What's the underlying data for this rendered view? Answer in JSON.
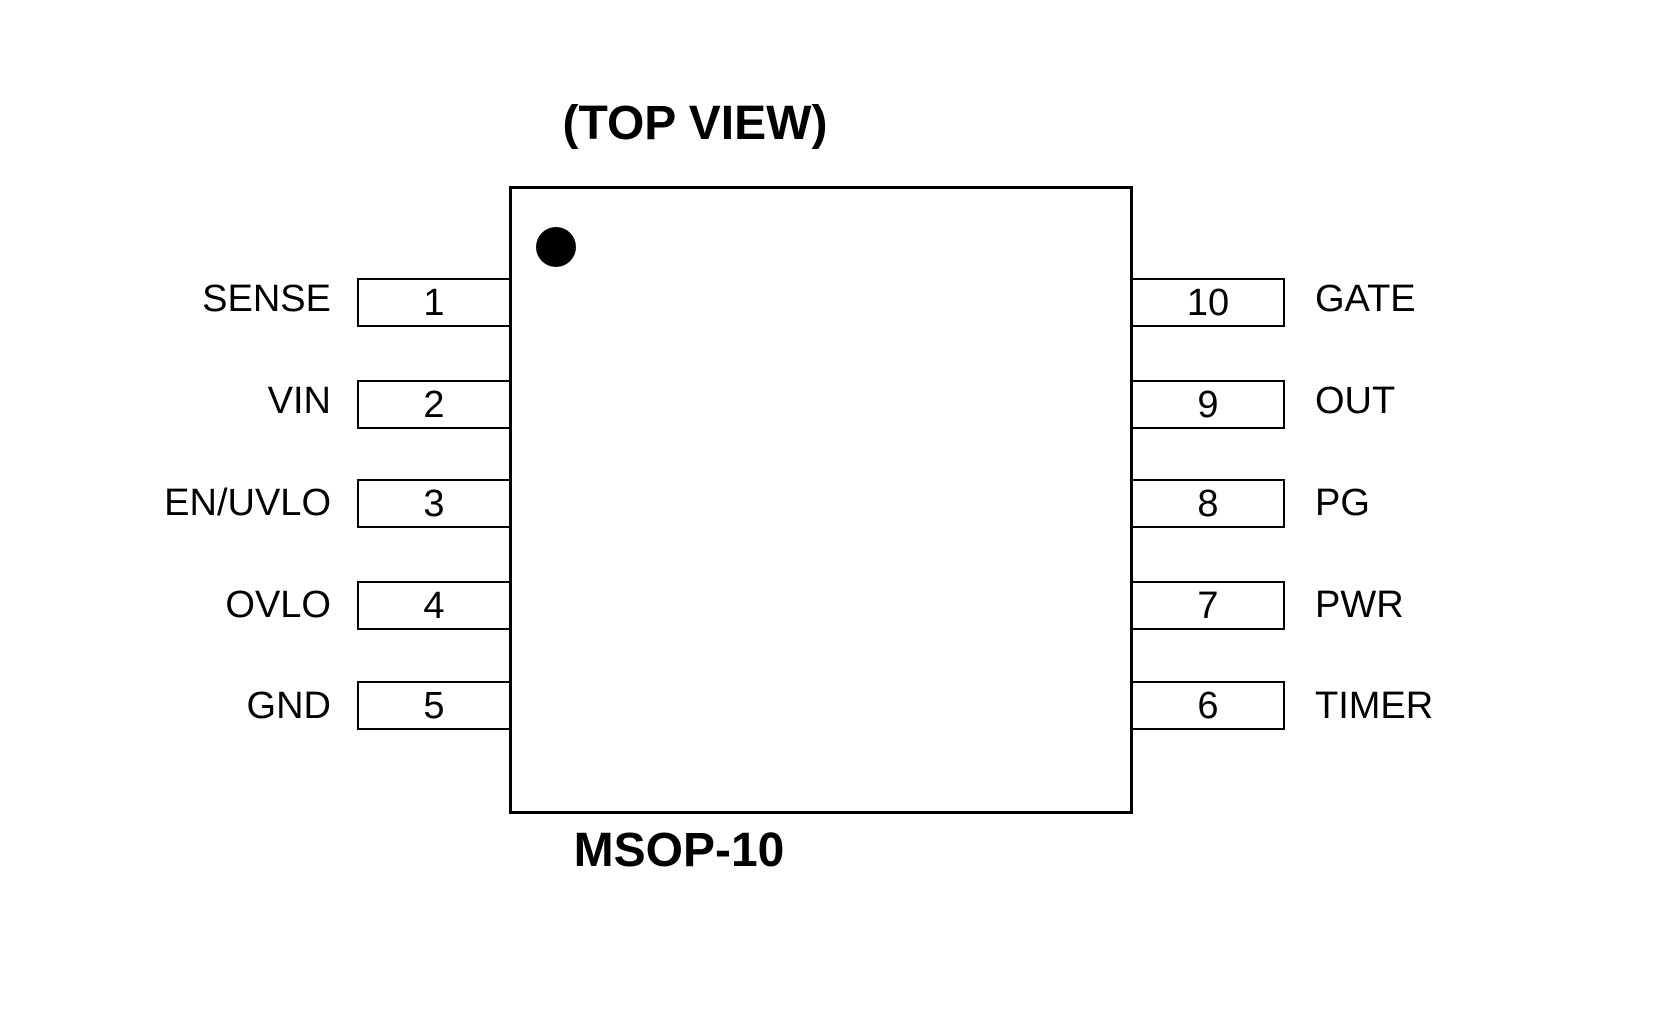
{
  "diagram": {
    "title": "(TOP VIEW)",
    "package": "MSOP-10",
    "left_pins": [
      {
        "number": "1",
        "name": "SENSE"
      },
      {
        "number": "2",
        "name": "VIN"
      },
      {
        "number": "3",
        "name": "EN/UVLO"
      },
      {
        "number": "4",
        "name": "OVLO"
      },
      {
        "number": "5",
        "name": "GND"
      }
    ],
    "right_pins": [
      {
        "number": "10",
        "name": "GATE"
      },
      {
        "number": "9",
        "name": "OUT"
      },
      {
        "number": "8",
        "name": "PG"
      },
      {
        "number": "7",
        "name": "PWR"
      },
      {
        "number": "6",
        "name": "TIMER"
      }
    ]
  }
}
